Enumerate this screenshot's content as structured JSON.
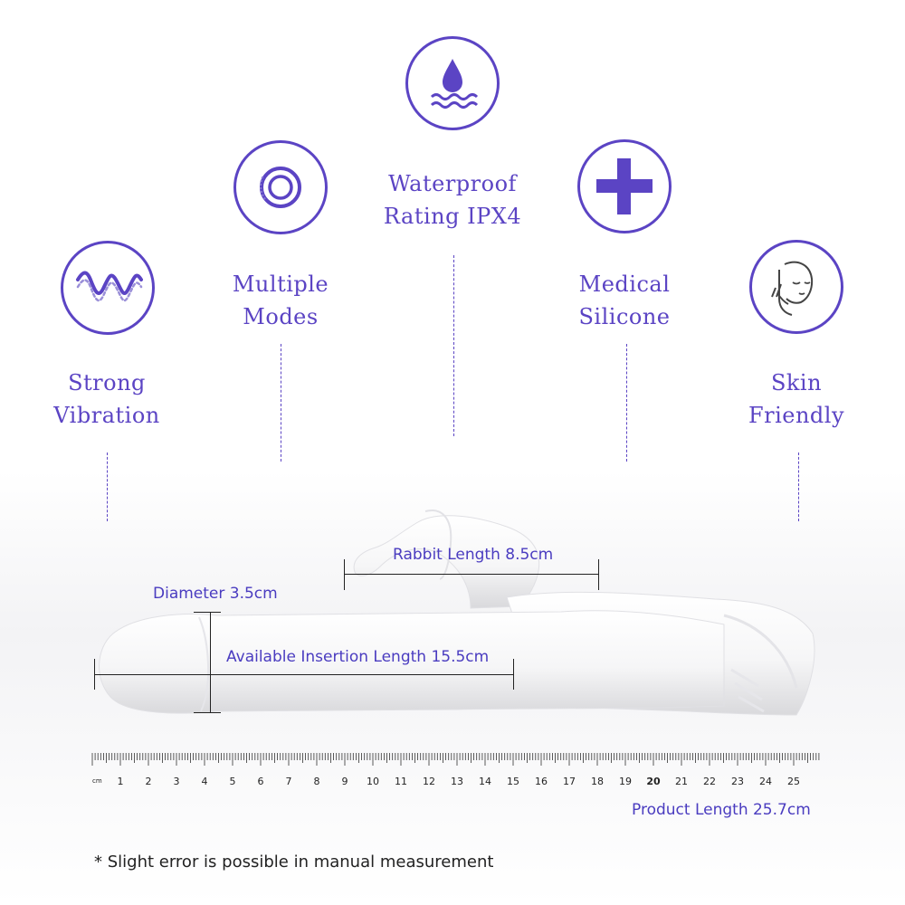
{
  "features": [
    {
      "id": "vibration",
      "line1": "Strong",
      "line2": "Vibration",
      "icon": "wave-icon"
    },
    {
      "id": "modes",
      "line1": "Multiple",
      "line2": "Modes",
      "icon": "rings-icon"
    },
    {
      "id": "waterproof",
      "line1": "Waterproof",
      "line2": "Rating IPX4",
      "icon": "water-drop-icon"
    },
    {
      "id": "silicone",
      "line1": "Medical",
      "line2": "Silicone",
      "icon": "medical-cross-icon"
    },
    {
      "id": "skin",
      "line1": "Skin",
      "line2": "Friendly",
      "icon": "face-icon"
    }
  ],
  "measurements": {
    "diameter": "Diameter 3.5cm",
    "rabbit": "Rabbit Length 8.5cm",
    "insertion": "Available Insertion Length 15.5cm",
    "product": "Product Length 25.7cm"
  },
  "ruler": {
    "unit": "cm",
    "labels": [
      "1",
      "2",
      "3",
      "4",
      "5",
      "6",
      "7",
      "8",
      "9",
      "10",
      "11",
      "12",
      "13",
      "14",
      "15",
      "16",
      "17",
      "18",
      "19",
      "20",
      "21",
      "22",
      "23",
      "24",
      "25"
    ]
  },
  "note": "* Slight error is possible in manual measurement",
  "colors": {
    "accent": "#5b44c4",
    "text_blue": "#4a3cc0"
  }
}
